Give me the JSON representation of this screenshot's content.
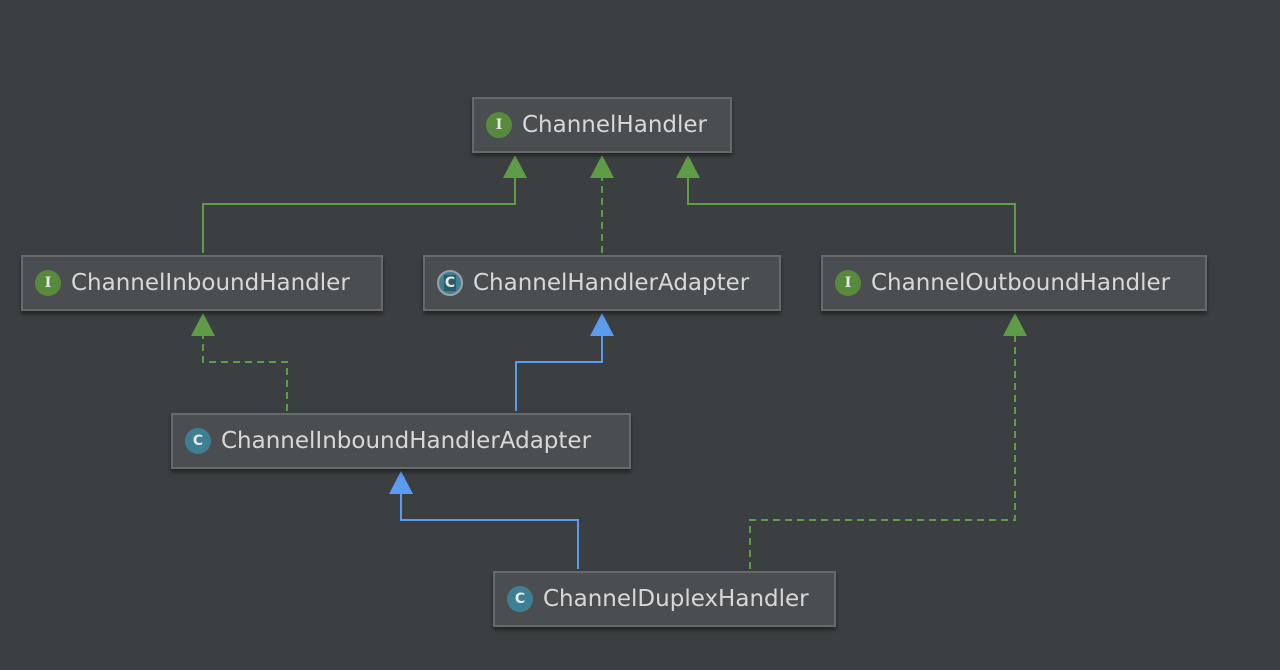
{
  "diagram": {
    "nodes": [
      {
        "id": "channel-handler",
        "label": "ChannelHandler",
        "kind": "interface",
        "badge": "I"
      },
      {
        "id": "channel-inbound-handler",
        "label": "ChannelInboundHandler",
        "kind": "interface",
        "badge": "I"
      },
      {
        "id": "channel-handler-adapter",
        "label": "ChannelHandlerAdapter",
        "kind": "abstract-class",
        "badge": "C"
      },
      {
        "id": "channel-outbound-handler",
        "label": "ChannelOutboundHandler",
        "kind": "interface",
        "badge": "I"
      },
      {
        "id": "channel-inbound-handler-adapter",
        "label": "ChannelInboundHandlerAdapter",
        "kind": "class",
        "badge": "C"
      },
      {
        "id": "channel-duplex-handler",
        "label": "ChannelDuplexHandler",
        "kind": "class",
        "badge": "C"
      }
    ],
    "edges": [
      {
        "from": "channel-inbound-handler",
        "to": "channel-handler",
        "type": "extends-interface"
      },
      {
        "from": "channel-handler-adapter",
        "to": "channel-handler",
        "type": "implements"
      },
      {
        "from": "channel-outbound-handler",
        "to": "channel-handler",
        "type": "extends-interface"
      },
      {
        "from": "channel-inbound-handler-adapter",
        "to": "channel-inbound-handler",
        "type": "implements"
      },
      {
        "from": "channel-inbound-handler-adapter",
        "to": "channel-handler-adapter",
        "type": "extends-class"
      },
      {
        "from": "channel-duplex-handler",
        "to": "channel-inbound-handler-adapter",
        "type": "extends-class"
      },
      {
        "from": "channel-duplex-handler",
        "to": "channel-outbound-handler",
        "type": "implements"
      }
    ],
    "colors": {
      "background": "#3c3f41",
      "node_fill": "#4b4e50",
      "node_border": "#67696c",
      "text": "#d8d8d8",
      "interface_badge": "#578a3c",
      "class_badge": "#3e7f93",
      "interface_edge": "#5f9c47",
      "class_edge": "#5b9bf0"
    },
    "icons": {
      "interface": "interface-icon",
      "class": "class-icon",
      "abstract-class": "abstract-class-icon"
    }
  }
}
